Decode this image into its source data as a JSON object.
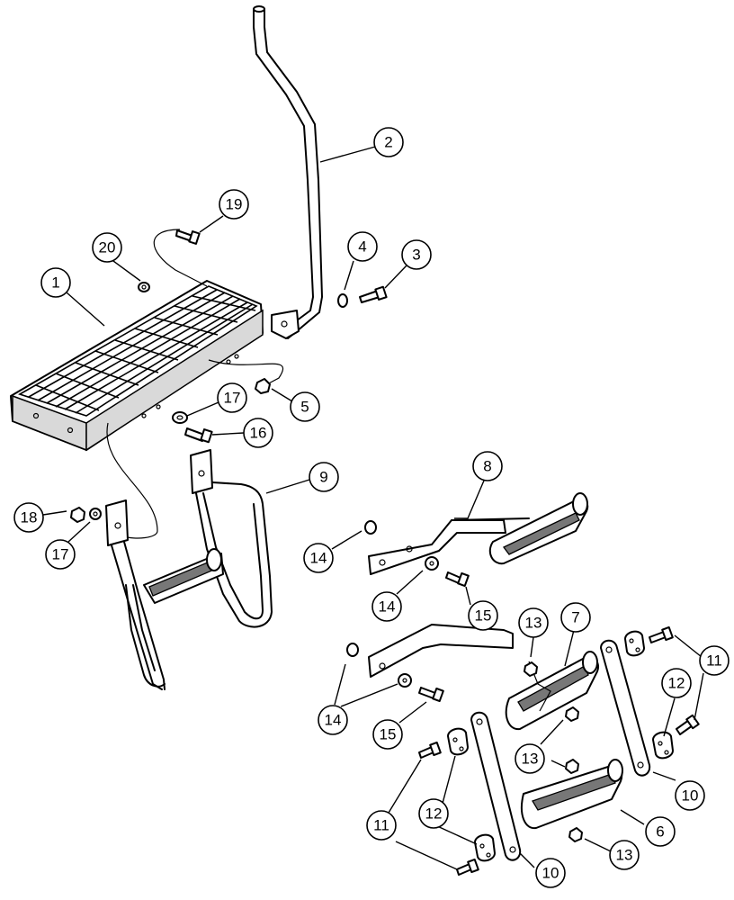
{
  "diagram": {
    "callouts": [
      {
        "id": "c1",
        "label": "1"
      },
      {
        "id": "c2",
        "label": "2"
      },
      {
        "id": "c3",
        "label": "3"
      },
      {
        "id": "c4",
        "label": "4"
      },
      {
        "id": "c5",
        "label": "5"
      },
      {
        "id": "c6",
        "label": "6"
      },
      {
        "id": "c7",
        "label": "7"
      },
      {
        "id": "c8",
        "label": "8"
      },
      {
        "id": "c9",
        "label": "9"
      },
      {
        "id": "c10a",
        "label": "10"
      },
      {
        "id": "c10b",
        "label": "10"
      },
      {
        "id": "c11a",
        "label": "11"
      },
      {
        "id": "c11b",
        "label": "11"
      },
      {
        "id": "c12a",
        "label": "12"
      },
      {
        "id": "c12b",
        "label": "12"
      },
      {
        "id": "c13a",
        "label": "13"
      },
      {
        "id": "c13b",
        "label": "13"
      },
      {
        "id": "c13c",
        "label": "13"
      },
      {
        "id": "c14a",
        "label": "14"
      },
      {
        "id": "c14b",
        "label": "14"
      },
      {
        "id": "c14c",
        "label": "14"
      },
      {
        "id": "c14d",
        "label": "14"
      },
      {
        "id": "c15a",
        "label": "15"
      },
      {
        "id": "c15b",
        "label": "15"
      },
      {
        "id": "c16",
        "label": "16"
      },
      {
        "id": "c17a",
        "label": "17"
      },
      {
        "id": "c17b",
        "label": "17"
      },
      {
        "id": "c18",
        "label": "18"
      },
      {
        "id": "c19",
        "label": "19"
      },
      {
        "id": "c20",
        "label": "20"
      }
    ]
  }
}
